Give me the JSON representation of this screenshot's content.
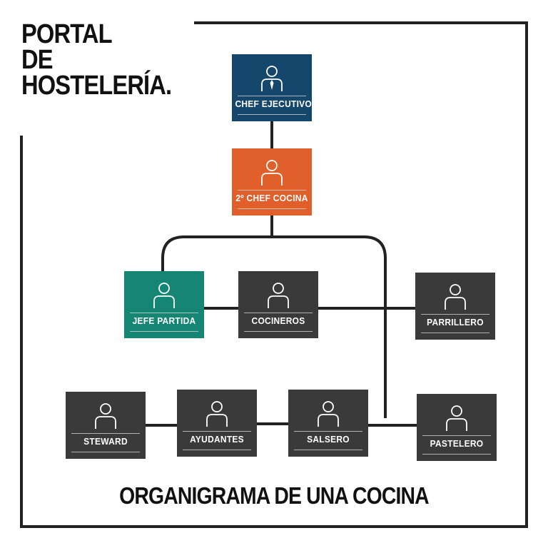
{
  "brand": {
    "lines": [
      "PORTAL",
      "DE",
      "HOSTELERÍA."
    ]
  },
  "title": "ORGANIGRAMA DE UNA COCINA",
  "colors": {
    "chef_ejecutivo": "#15466b",
    "segundo_chef": "#e05f2a",
    "jefe_partida": "#148673",
    "dark_node": "#3a3a3a",
    "line": "#222222"
  },
  "icons": {
    "person": "person-icon",
    "person_tie": "person-with-tie-icon"
  },
  "nodes": {
    "chef_ejecutivo": "CHEF EJECUTIVO",
    "segundo_chef": "2º CHEF COCINA",
    "jefe_partida": "JEFE PARTIDA",
    "cocineros": "COCINEROS",
    "parrillero": "PARRILLERO",
    "steward": "STEWARD",
    "ayudantes": "AYUDANTES",
    "salsero": "SALSERO",
    "pastelero": "PASTELERO"
  }
}
